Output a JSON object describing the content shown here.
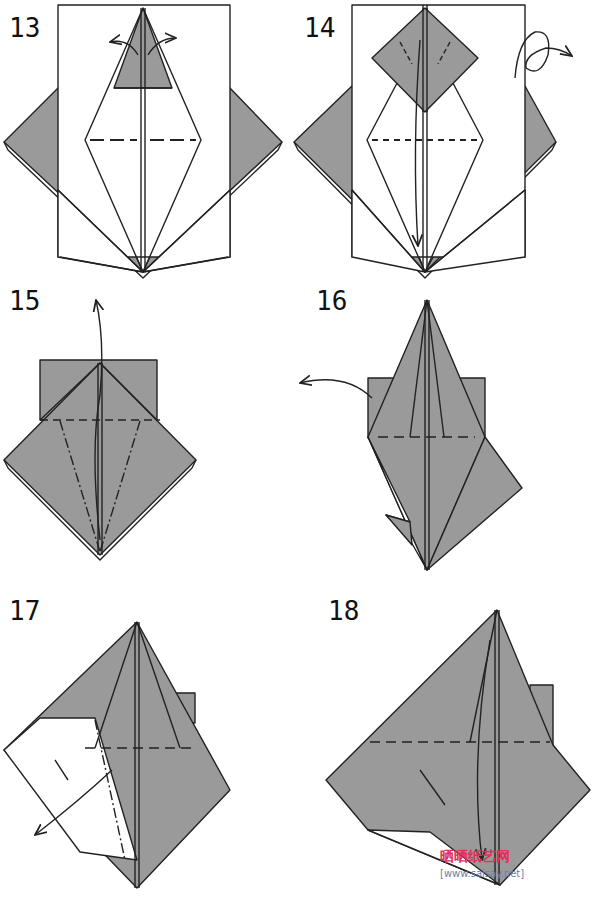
{
  "diagram": {
    "labels": [
      "13",
      "14",
      "15",
      "16",
      "17",
      "18",
      "晒晒纸艺网",
      "[www.saisay.net]"
    ]
  }
}
